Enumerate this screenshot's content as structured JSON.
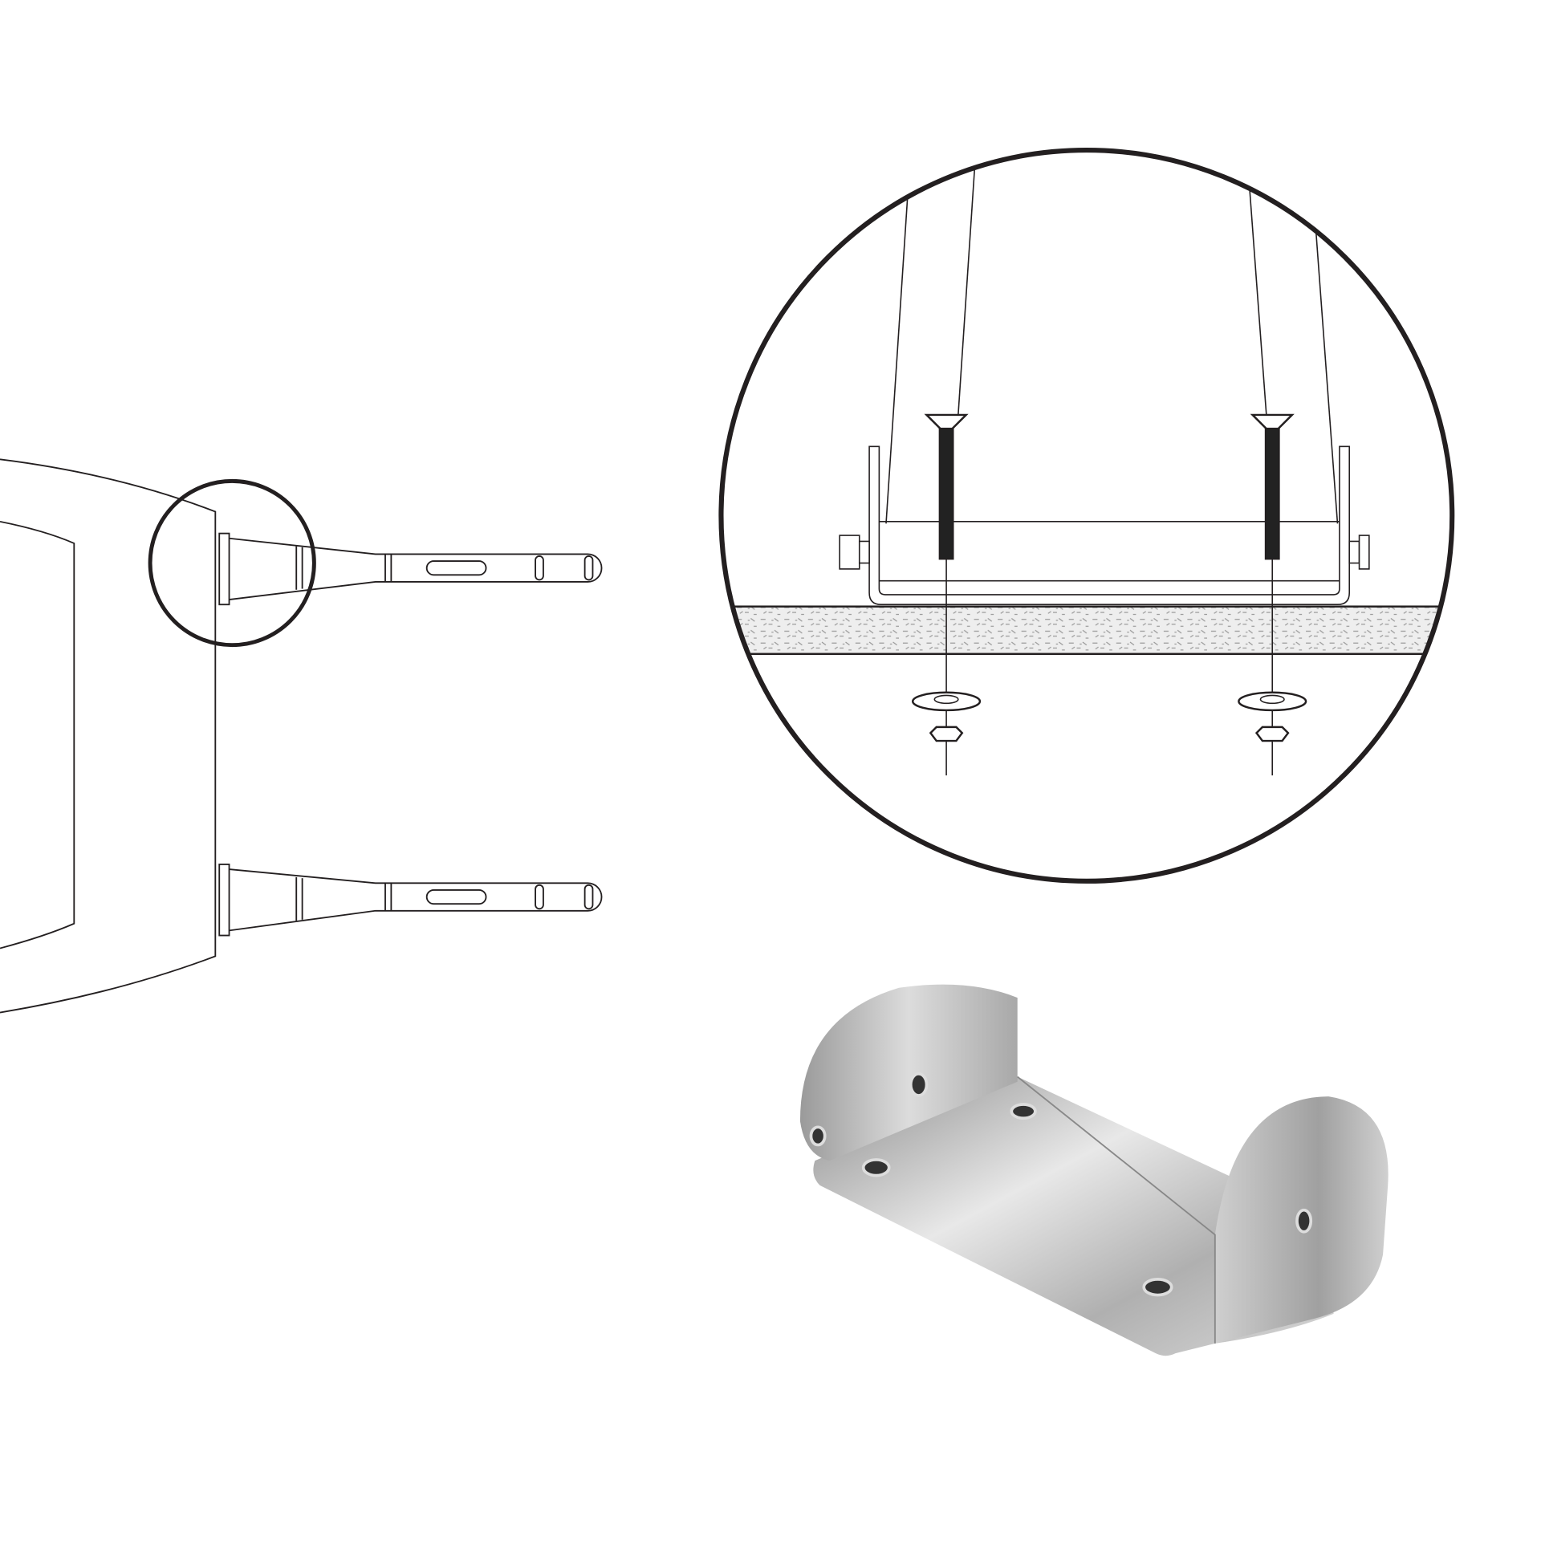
{
  "colors": {
    "line": "#231f20",
    "deck_fill": "#e6e6e6",
    "metal_light": "#f2f2f2",
    "metal_mid": "#bdbdbd",
    "metal_dark": "#7a7a7a"
  },
  "parts": {
    "ladder_arms": 2,
    "screws": 2,
    "washers": 2,
    "nuts": 2,
    "bracket_holes": 6
  }
}
